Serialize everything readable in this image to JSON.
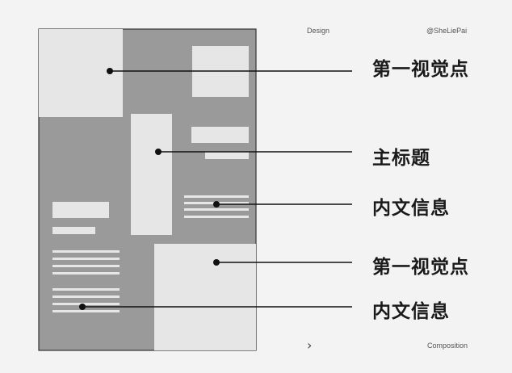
{
  "header": {
    "left": "Design",
    "right": "@SheLiePai"
  },
  "footer": {
    "arrow": "›",
    "right": "Composition"
  },
  "callouts": [
    {
      "label": "第一视觉点"
    },
    {
      "label": "主标题"
    },
    {
      "label": "内文信息"
    },
    {
      "label": "第一视觉点"
    },
    {
      "label": "内文信息"
    }
  ],
  "colors": {
    "background": "#f3f3f3",
    "panel_dark": "#9a9a9a",
    "panel_light": "#e6e6e6",
    "line": "#111111"
  }
}
